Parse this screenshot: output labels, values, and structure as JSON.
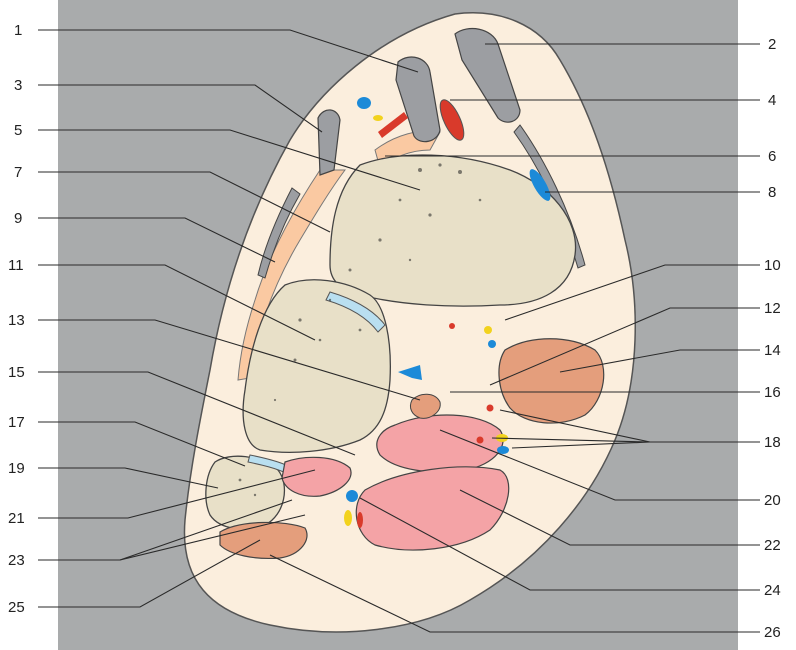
{
  "colors": {
    "background_panel": "#a9abac",
    "skin": "#fbeedd",
    "bone": "#e8e0c8",
    "tendon": "#9c9ea2",
    "muscle_light": "#f4a3a6",
    "muscle_dark": "#e49e7c",
    "fat": "#fac9a2",
    "artery": "#d93a2b",
    "vein": "#1c8ad8",
    "nerve": "#f2d21d",
    "cartilage": "#b9dff0"
  },
  "labels_left": [
    {
      "id": "1",
      "text": "1"
    },
    {
      "id": "3",
      "text": "3"
    },
    {
      "id": "5",
      "text": "5"
    },
    {
      "id": "7",
      "text": "7"
    },
    {
      "id": "9",
      "text": "9"
    },
    {
      "id": "11",
      "text": "11"
    },
    {
      "id": "13",
      "text": "13"
    },
    {
      "id": "15",
      "text": "15"
    },
    {
      "id": "17",
      "text": "17"
    },
    {
      "id": "19",
      "text": "19"
    },
    {
      "id": "21",
      "text": "21"
    },
    {
      "id": "23",
      "text": "23"
    },
    {
      "id": "25",
      "text": "25"
    }
  ],
  "labels_right": [
    {
      "id": "2",
      "text": "2"
    },
    {
      "id": "4",
      "text": "4"
    },
    {
      "id": "6",
      "text": "6"
    },
    {
      "id": "8",
      "text": "8"
    },
    {
      "id": "10",
      "text": "10"
    },
    {
      "id": "12",
      "text": "12"
    },
    {
      "id": "14",
      "text": "14"
    },
    {
      "id": "16",
      "text": "16"
    },
    {
      "id": "18",
      "text": "18"
    },
    {
      "id": "20",
      "text": "20"
    },
    {
      "id": "22",
      "text": "22"
    },
    {
      "id": "24",
      "text": "24"
    },
    {
      "id": "26",
      "text": "26"
    }
  ]
}
